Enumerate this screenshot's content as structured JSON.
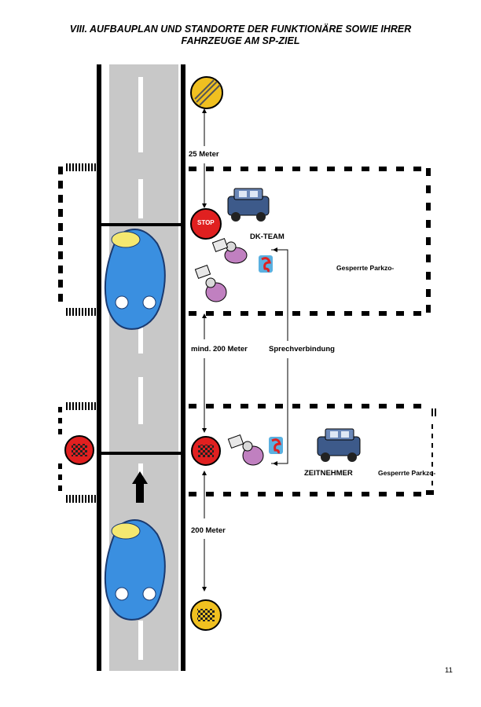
{
  "page": {
    "title_line1": "VIII. AUFBAUPLAN UND STANDORTE DER FUNKTIONÄRE SOWIE IHRER",
    "title_line2": "FAHRZEUGE AM SP-ZIEL",
    "page_number": "11"
  },
  "labels": {
    "distance_25": "25 Meter",
    "dk_team": "DK-TEAM",
    "restricted_top": "Gesperrte Parkzo-",
    "min_200": "mind. 200 Meter",
    "radio_link": "Sprechverbindung",
    "timekeeper": "ZEITNEHMER",
    "restricted_bottom": "Gesperrte Parkzo-",
    "distance_200": "200 Meter",
    "stop_sign": "STOP"
  },
  "colors": {
    "road": "#c8c8c8",
    "stop_red": "#e02020",
    "end_sign_yellow": "#f0c020",
    "car_blue": "#3a8fe0",
    "jeep_blue": "#3d5a8a"
  }
}
